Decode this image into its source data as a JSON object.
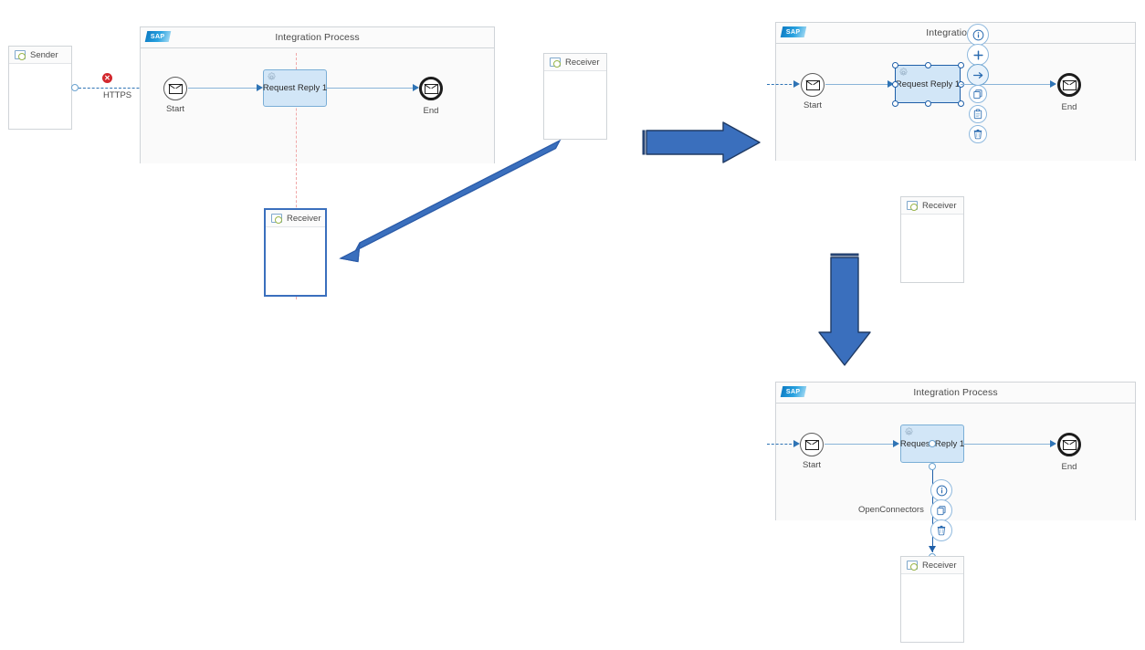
{
  "app": {
    "vendor_logo_text": "SAP",
    "process_title": "Integration Process"
  },
  "panels": [
    {
      "id": "before",
      "pool_title": "Integration Process",
      "logo_text": "SAP",
      "sender": {
        "label": "Sender"
      },
      "receiver_source": {
        "label": "Receiver"
      },
      "receiver_dragged": {
        "label": "Receiver"
      },
      "start_event": {
        "label": "Start",
        "icon": "message-envelope-icon"
      },
      "end_event": {
        "label": "End",
        "icon": "message-envelope-icon"
      },
      "activity": {
        "label": "Request Reply 1",
        "icon": "gear-icon"
      },
      "sender_connection": {
        "label": "HTTPS",
        "status": "error"
      }
    },
    {
      "id": "selected",
      "pool_title": "Integration Pr",
      "logo_text": "SAP",
      "receiver": {
        "label": "Receiver"
      },
      "start_event": {
        "label": "Start",
        "icon": "message-envelope-icon"
      },
      "end_event": {
        "label": "End",
        "icon": "message-envelope-icon"
      },
      "activity": {
        "label": "Request Reply 1",
        "icon": "gear-icon"
      },
      "toolbar": [
        {
          "name": "info-icon",
          "label": "Info"
        },
        {
          "name": "plus-icon",
          "label": "Add"
        },
        {
          "name": "arrow-right-icon",
          "label": "Connector",
          "active": true
        },
        {
          "name": "copy-icon",
          "label": "Copy"
        },
        {
          "name": "paste-icon",
          "label": "Paste"
        },
        {
          "name": "trash-icon",
          "label": "Delete"
        }
      ]
    },
    {
      "id": "after",
      "pool_title": "Integration Process",
      "logo_text": "SAP",
      "receiver": {
        "label": "Receiver"
      },
      "start_event": {
        "label": "Start",
        "icon": "message-envelope-icon"
      },
      "end_event": {
        "label": "End",
        "icon": "message-envelope-icon"
      },
      "activity": {
        "label": "Request Reply 1",
        "icon": "gear-icon"
      },
      "receiver_connection": {
        "label": "OpenConnectors"
      },
      "toolbar": [
        {
          "name": "info-icon",
          "label": "Info"
        },
        {
          "name": "copy-icon",
          "label": "Copy"
        },
        {
          "name": "trash-icon",
          "label": "Delete"
        }
      ]
    }
  ],
  "annotations": {
    "drag_arrow": {
      "name": "drag-receiver-arrow",
      "direction": "down-left"
    },
    "step_arrow_right": {
      "name": "step-arrow-right",
      "direction": "right"
    },
    "step_arrow_down": {
      "name": "step-arrow-down",
      "direction": "down"
    }
  },
  "colors": {
    "accent_blue": "#3a6fbd",
    "activity_fill": "#d2e6f7",
    "activity_border": "#7aaed6",
    "selected_border": "#1f5fa8",
    "connector": "#8ab4d8",
    "error_red": "#d2282e",
    "guide_pink": "#f0a8a8",
    "pool_border": "#d0d4d8",
    "sap_logo_blue": "#0d7cc4"
  }
}
